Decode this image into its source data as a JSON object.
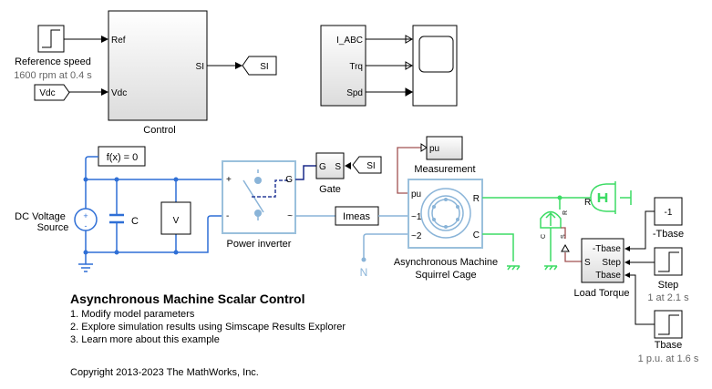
{
  "diagram": {
    "reference_speed": {
      "label": "Reference speed",
      "param": "1600 rpm at 0.4 s"
    },
    "vdc_tag": "Vdc",
    "control": {
      "label": "Control",
      "ports": {
        "ref": "Ref",
        "vdc": "Vdc",
        "si": "SI"
      }
    },
    "si_goto": "SI",
    "meas_demux": {
      "ports": [
        "I_ABC",
        "Trq",
        "Spd"
      ]
    },
    "solver": "f(x) = 0",
    "dc_source": {
      "label1": "DC Voltage",
      "label2": "Source"
    },
    "capacitor": "C",
    "voltmeter": {
      "label": "V",
      "plus": "+",
      "minus": "-"
    },
    "power_inverter": {
      "label": "Power inverter",
      "plus": "+",
      "minus": "-",
      "gate": "G",
      "ac": "~"
    },
    "gate": {
      "label": "Gate",
      "g": "G",
      "s": "S"
    },
    "si_from": "SI",
    "imeas": "Imeas",
    "measurement": {
      "label": "Measurement",
      "port": "pu"
    },
    "machine": {
      "label1": "Asynchronous Machine",
      "label2": "Squirrel Cage",
      "ports": {
        "pu": "pu",
        "a1": "~1",
        "a2": "~2",
        "r": "R",
        "c": "C"
      }
    },
    "inertia_port": "R",
    "torque_src": {
      "r": "R",
      "c": "C",
      "s": "S"
    },
    "load_torque": {
      "label": "Load Torque",
      "in": "S",
      "ports": [
        "-Tbase",
        "Step",
        "Tbase"
      ]
    },
    "gain": {
      "value": "-1",
      "label": "-Tbase"
    },
    "step": {
      "label": "Step",
      "param": "1 at 2.1 s"
    },
    "tbase": {
      "label": "Tbase",
      "param": "1 p.u. at 1.6 s"
    }
  },
  "notes": {
    "title": "Asynchronous Machine Scalar Control",
    "items": [
      "1. Modify model parameters",
      "2. Explore simulation results using Simscape Results Explorer",
      "3. Learn more about this example"
    ],
    "copyright": "Copyright 2013-2023 The MathWorks, Inc."
  }
}
